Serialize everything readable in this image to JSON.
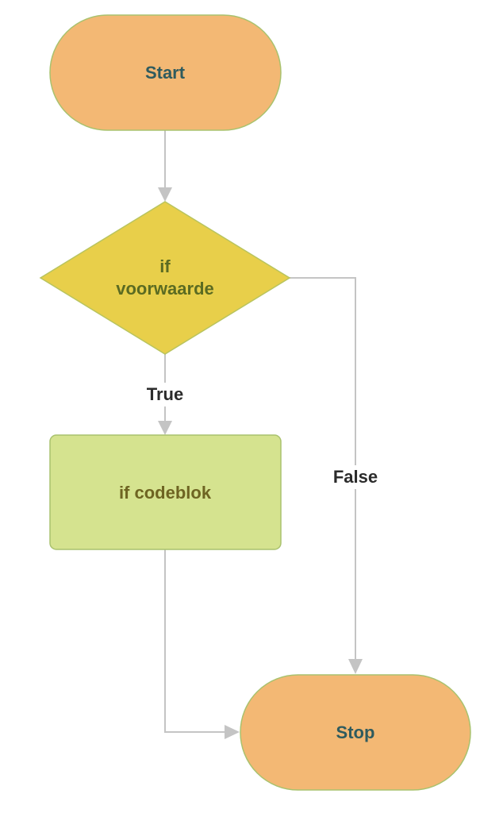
{
  "nodes": {
    "start": {
      "label": "Start",
      "shape": "terminator"
    },
    "condition": {
      "label_line1": "if",
      "label_line2": "voorwaarde",
      "shape": "decision"
    },
    "codeblock": {
      "label": "if codeblok",
      "shape": "process"
    },
    "stop": {
      "label": "Stop",
      "shape": "terminator"
    }
  },
  "edges": {
    "true_label": "True",
    "false_label": "False"
  },
  "colors": {
    "terminator_fill": "#f3b874",
    "decision_fill": "#e8cf4a",
    "process_fill": "#d5e38f",
    "border": "#a9c26e",
    "terminator_text": "#2f5b5e",
    "decision_text": "#5b6b22",
    "process_text": "#6e6422",
    "edge": "#c4c4c4",
    "edge_label": "#2b2b2b"
  }
}
